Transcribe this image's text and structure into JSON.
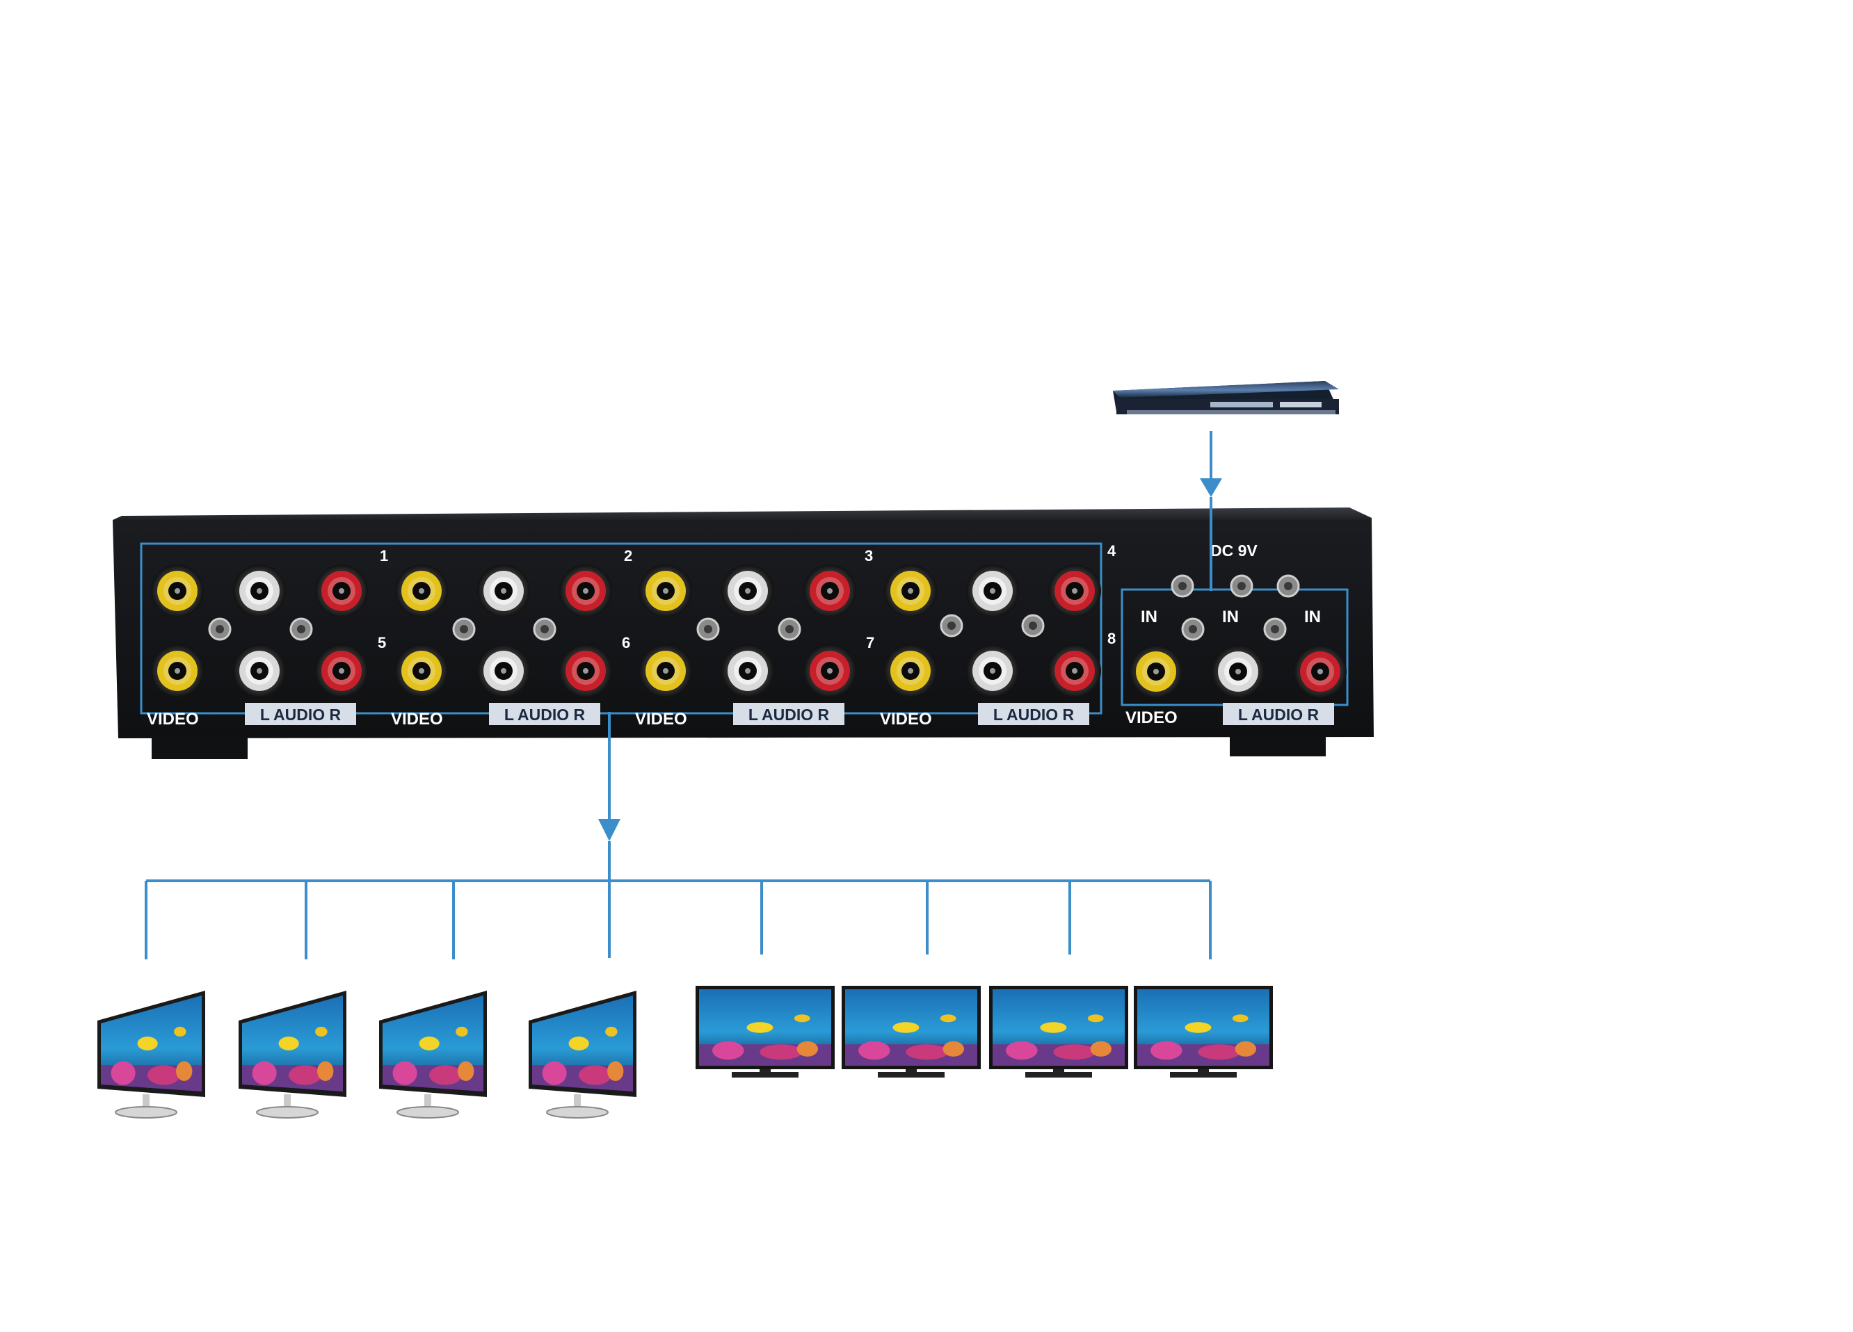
{
  "colors": {
    "background": "#ffffff",
    "chassis": "#17181b",
    "chassis_edge": "#3a3d44",
    "connector_line": "#3b8ec9",
    "label_box": "#d8dee8",
    "label_text": "#ffffff",
    "label_box_text": "#1b2a40",
    "jack_video": "#e3c21e",
    "jack_audio_left": "#d9d9d9",
    "jack_audio_right": "#c8202a"
  },
  "source_device": {
    "icon": "dvd-player-icon"
  },
  "splitter": {
    "port_numbers": [
      "1",
      "2",
      "3",
      "4",
      "5",
      "6",
      "7",
      "8"
    ],
    "video_label": "VIDEO",
    "audio_label": "L  AUDIO  R",
    "power_label": "DC 9V",
    "in_label": "IN"
  },
  "displays": [
    {
      "icon": "monitor-icon"
    },
    {
      "icon": "monitor-icon"
    },
    {
      "icon": "monitor-icon"
    },
    {
      "icon": "monitor-icon"
    },
    {
      "icon": "tv-icon"
    },
    {
      "icon": "tv-icon"
    },
    {
      "icon": "tv-icon"
    },
    {
      "icon": "tv-icon"
    }
  ]
}
